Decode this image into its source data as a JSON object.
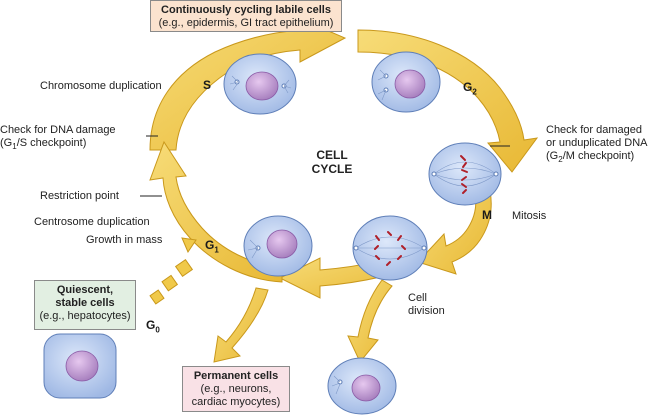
{
  "title": {
    "line1": "CELL",
    "line2": "CYCLE"
  },
  "phases": {
    "s": "S",
    "g2_base": "G",
    "g2_sub": "2",
    "g1_base": "G",
    "g1_sub": "1",
    "m": "M",
    "g0_base": "G",
    "g0_sub": "0"
  },
  "labels": {
    "chromosome_duplication": "Chromosome duplication",
    "dna_damage_line1": "Check for DNA damage",
    "dna_damage_line2_pre": "(G",
    "dna_damage_line2_sub": "1",
    "dna_damage_line2_post": "/S checkpoint)",
    "restriction_point": "Restriction point",
    "centrosome_duplication": "Centrosome duplication",
    "growth_in_mass": "Growth in mass",
    "check_damaged_line1": "Check for damaged",
    "check_damaged_line2": "or unduplicated DNA",
    "check_damaged_line3_pre": "(G",
    "check_damaged_line3_sub": "2",
    "check_damaged_line3_post": "/M checkpoint)",
    "mitosis": "Mitosis",
    "cell_division_line1": "Cell",
    "cell_division_line2": "division"
  },
  "boxes": {
    "labile": {
      "title": "Continuously cycling labile cells",
      "subtitle": "(e.g., epidermis, GI tract epithelium)"
    },
    "quiescent": {
      "title_line1": "Quiescent,",
      "title_line2": "stable cells",
      "subtitle": "(e.g., hepatocytes)"
    },
    "permanent": {
      "title": "Permanent cells",
      "subtitle_line1": "(e.g., neurons,",
      "subtitle_line2": "cardiac myocytes)"
    }
  },
  "colors": {
    "arrow": "#f0c94a",
    "arrow_edge": "#c9981b",
    "cell": "#b9cdee",
    "cell_edge": "#5f7fb8",
    "nucleus": "#b48fc8",
    "chromosome": "#b0202a",
    "labile_box": "#fbe3cf",
    "quiescent_box": "#e2efe2",
    "permanent_box": "#f9e1e6"
  }
}
